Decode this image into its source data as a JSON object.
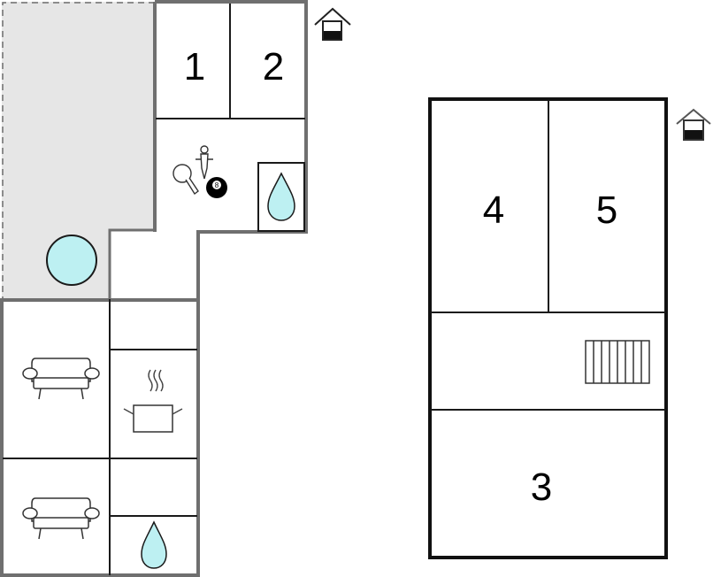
{
  "floor_left": {
    "room_labels": [
      "1",
      "2"
    ],
    "terrace_color": "#e6e6e6",
    "pool_color": "#bdf0f2",
    "water_color": "#bdf0f2",
    "icons": [
      "table-tennis-icon",
      "foosball-icon",
      "billiards-ball-icon",
      "bathroom-drop-icon",
      "sofa-icon",
      "kitchen-pot-icon",
      "sofa-icon",
      "bathroom-drop-icon",
      "house-entrance-icon"
    ],
    "billiard_ball_number": "8"
  },
  "floor_right": {
    "room_labels": [
      "4",
      "5",
      "3"
    ],
    "icons": [
      "staircase-icon",
      "house-entrance-icon"
    ]
  },
  "colors": {
    "wall": "#6f6f6f",
    "wall_right": "#111111",
    "line": "#1a1a1a"
  }
}
